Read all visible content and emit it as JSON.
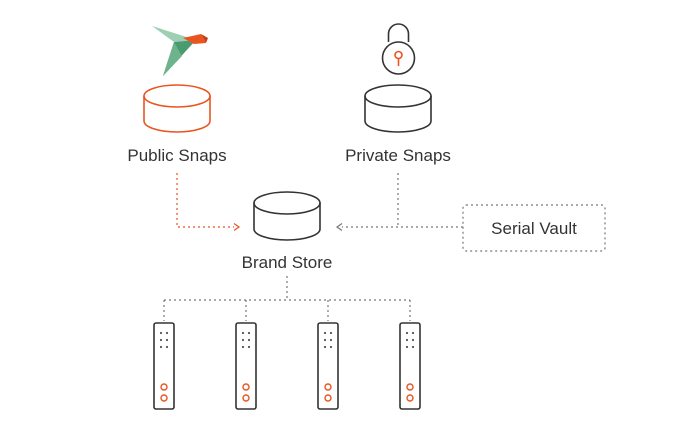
{
  "labels": {
    "public_snaps": "Public Snaps",
    "private_snaps": "Private Snaps",
    "brand_store": "Brand Store",
    "serial_vault": "Serial Vault"
  },
  "colors": {
    "accent": "#e95420",
    "stroke": "#333333",
    "line": "#777777",
    "bird_green_light": "#8fc5a7",
    "bird_green_dark": "#4a9b70",
    "bird_red": "#e95420"
  },
  "icons": {
    "public_logo": "snapcraft-bird-icon",
    "private_lock": "padlock-icon",
    "database": "database-cylinder-icon",
    "device": "device-tower-icon"
  },
  "devices": {
    "count": 4
  }
}
